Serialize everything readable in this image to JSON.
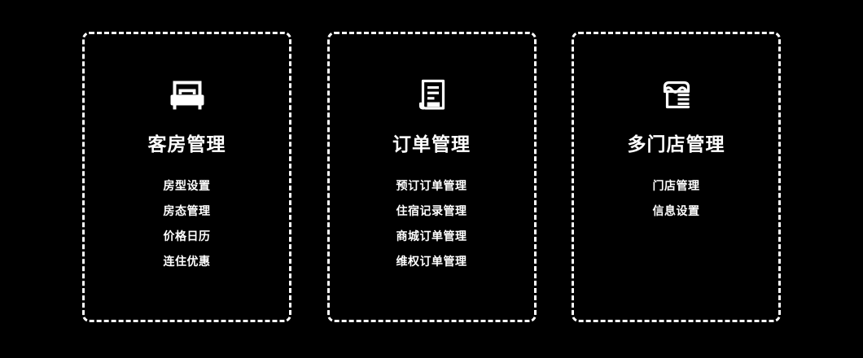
{
  "theme": {
    "background": "#000000",
    "foreground": "#ffffff",
    "border_style": "dashed"
  },
  "cards": [
    {
      "icon": "bed-icon",
      "title": "客房管理",
      "items": [
        "房型设置",
        "房态管理",
        "价格日历",
        "连住优惠"
      ]
    },
    {
      "icon": "order-document-icon",
      "title": "订单管理",
      "items": [
        "预订订单管理",
        "住宿记录管理",
        "商城订单管理",
        "维权订单管理"
      ]
    },
    {
      "icon": "storefront-icon",
      "title": "多门店管理",
      "items": [
        "门店管理",
        "信息设置"
      ]
    }
  ]
}
